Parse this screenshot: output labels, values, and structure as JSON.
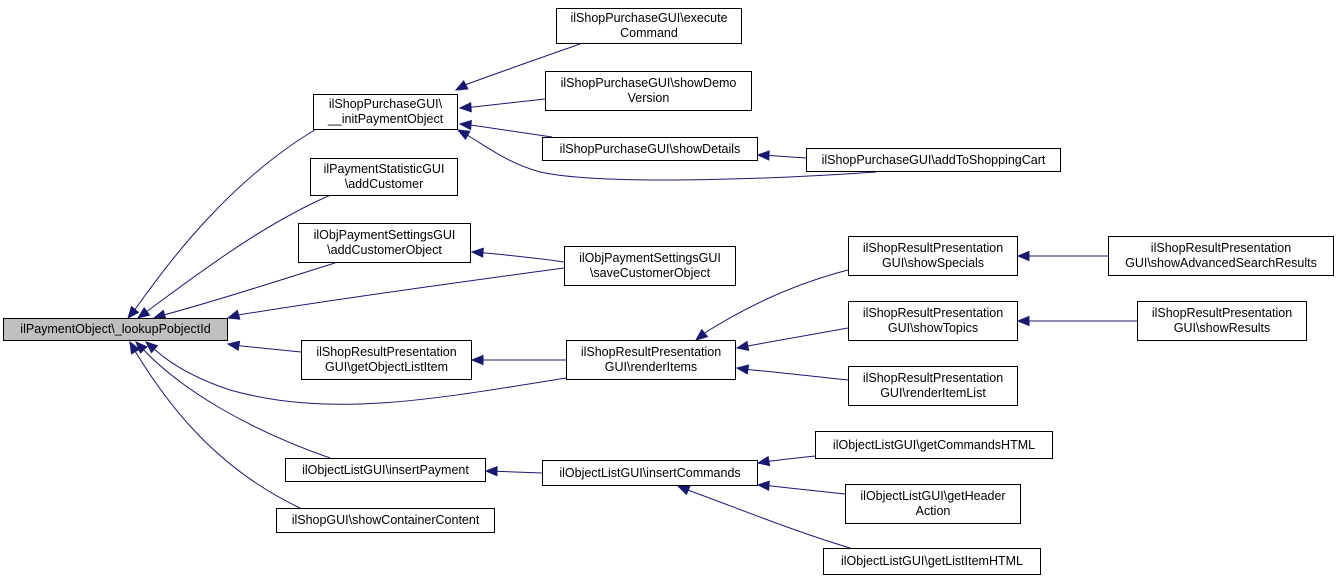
{
  "diagram": {
    "edge_color": "#191970",
    "focus_fill": "#bfbfbf",
    "nodes": [
      {
        "id": "lookup",
        "label": "ilPaymentObject\\_lookupPobjectId",
        "focus": true
      },
      {
        "id": "initPayment",
        "label": "ilShopPurchaseGUI\\\n__initPaymentObject"
      },
      {
        "id": "execCmd",
        "label": "ilShopPurchaseGUI\\execute\nCommand"
      },
      {
        "id": "showDemo",
        "label": "ilShopPurchaseGUI\\showDemo\nVersion"
      },
      {
        "id": "showDetails",
        "label": "ilShopPurchaseGUI\\showDetails"
      },
      {
        "id": "addToCart",
        "label": "ilShopPurchaseGUI\\addToShoppingCart"
      },
      {
        "id": "statAddCust",
        "label": "ilPaymentStatisticGUI\n\\addCustomer"
      },
      {
        "id": "objAddCust",
        "label": "ilObjPaymentSettingsGUI\n\\addCustomerObject"
      },
      {
        "id": "objSaveCust",
        "label": "ilObjPaymentSettingsGUI\n\\saveCustomerObject"
      },
      {
        "id": "getObjList",
        "label": "ilShopResultPresentation\nGUI\\getObjectListItem"
      },
      {
        "id": "renderItems",
        "label": "ilShopResultPresentation\nGUI\\renderItems"
      },
      {
        "id": "showSpecials",
        "label": "ilShopResultPresentation\nGUI\\showSpecials"
      },
      {
        "id": "showAdvSearch",
        "label": "ilShopResultPresentation\nGUI\\showAdvancedSearchResults"
      },
      {
        "id": "showTopics",
        "label": "ilShopResultPresentation\nGUI\\showTopics"
      },
      {
        "id": "showResults",
        "label": "ilShopResultPresentation\nGUI\\showResults"
      },
      {
        "id": "renderItemList",
        "label": "ilShopResultPresentation\nGUI\\renderItemList"
      },
      {
        "id": "insertPayment",
        "label": "ilObjectListGUI\\insertPayment"
      },
      {
        "id": "insertCommands",
        "label": "ilObjectListGUI\\insertCommands"
      },
      {
        "id": "getCmdHTML",
        "label": "ilObjectListGUI\\getCommandsHTML"
      },
      {
        "id": "getHeaderAction",
        "label": "ilObjectListGUI\\getHeader\nAction"
      },
      {
        "id": "getListItemHTML",
        "label": "ilObjectListGUI\\getListItemHTML"
      },
      {
        "id": "showContainer",
        "label": "ilShopGUI\\showContainerContent"
      }
    ],
    "edges": [
      {
        "from": "initPayment",
        "to": "lookup"
      },
      {
        "from": "statAddCust",
        "to": "lookup"
      },
      {
        "from": "objAddCust",
        "to": "lookup"
      },
      {
        "from": "objSaveCust",
        "to": "lookup"
      },
      {
        "from": "getObjList",
        "to": "lookup"
      },
      {
        "from": "renderItems",
        "to": "lookup"
      },
      {
        "from": "insertPayment",
        "to": "lookup"
      },
      {
        "from": "showContainer",
        "to": "lookup"
      },
      {
        "from": "execCmd",
        "to": "initPayment"
      },
      {
        "from": "showDemo",
        "to": "initPayment"
      },
      {
        "from": "showDetails",
        "to": "initPayment"
      },
      {
        "from": "addToCart",
        "to": "initPayment"
      },
      {
        "from": "addToCart",
        "to": "showDetails"
      },
      {
        "from": "objSaveCust",
        "to": "objAddCust"
      },
      {
        "from": "renderItems",
        "to": "getObjList"
      },
      {
        "from": "showSpecials",
        "to": "renderItems"
      },
      {
        "from": "showTopics",
        "to": "renderItems"
      },
      {
        "from": "renderItemList",
        "to": "renderItems"
      },
      {
        "from": "showAdvSearch",
        "to": "showSpecials"
      },
      {
        "from": "showResults",
        "to": "showTopics"
      },
      {
        "from": "insertCommands",
        "to": "insertPayment"
      },
      {
        "from": "getCmdHTML",
        "to": "insertCommands"
      },
      {
        "from": "getHeaderAction",
        "to": "insertCommands"
      },
      {
        "from": "getListItemHTML",
        "to": "insertCommands"
      }
    ]
  }
}
